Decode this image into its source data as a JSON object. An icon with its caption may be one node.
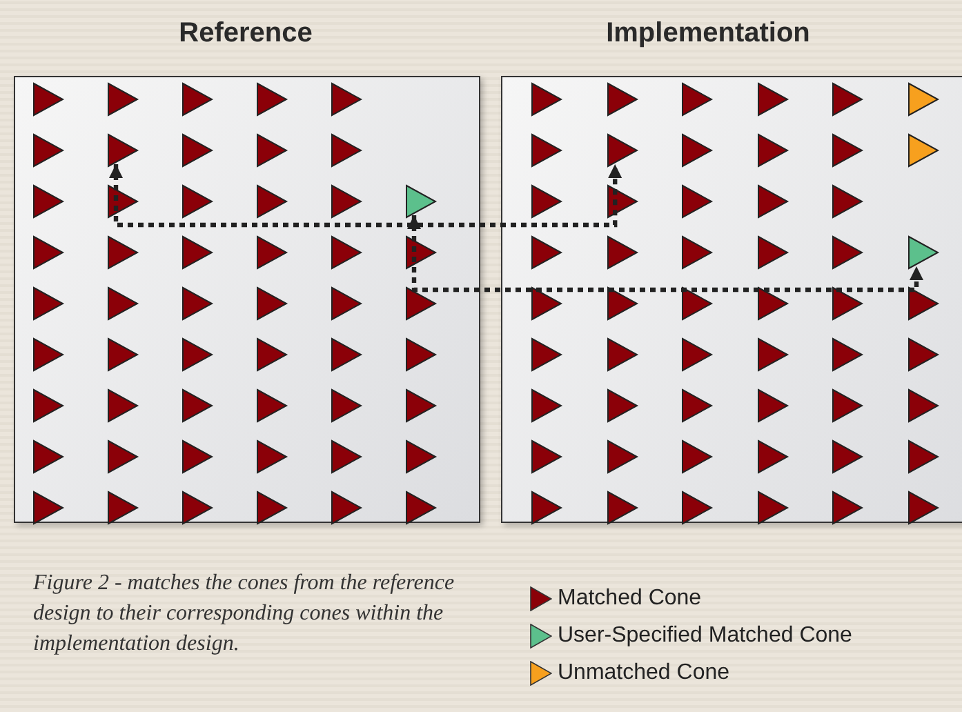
{
  "diagram": {
    "caption": "Figure 2 - matches the cones from the reference design to their corresponding cones within the implementation design.",
    "nodes": [
      {
        "text": [
          "Reference"
        ]
      },
      {
        "text": [],
        "shape": "triangle",
        "in": 0
      },
      {
        "text": [],
        "shape": "triangle",
        "in": 0
      },
      {
        "text": [
          "Implementation"
        ]
      },
      {
        "text": [],
        "shape": "triangle",
        "in": 3
      },
      {
        "text": [],
        "shape": "triangle",
        "in": 3
      }
    ],
    "edges": [
      {
        "from": 1,
        "to": 4,
        "arrow": "both",
        "style": "dashed"
      },
      {
        "from": 2,
        "to": 5,
        "arrow": "both",
        "style": "dashed"
      }
    ],
    "legend": [
      {
        "text": "Matched Cone",
        "color": "#8b0008"
      },
      {
        "text": "User-Specified Matched Cone",
        "color": "#5cc08c"
      },
      {
        "text": "Unmatched Cone",
        "color": "#f7a01e"
      }
    ]
  }
}
